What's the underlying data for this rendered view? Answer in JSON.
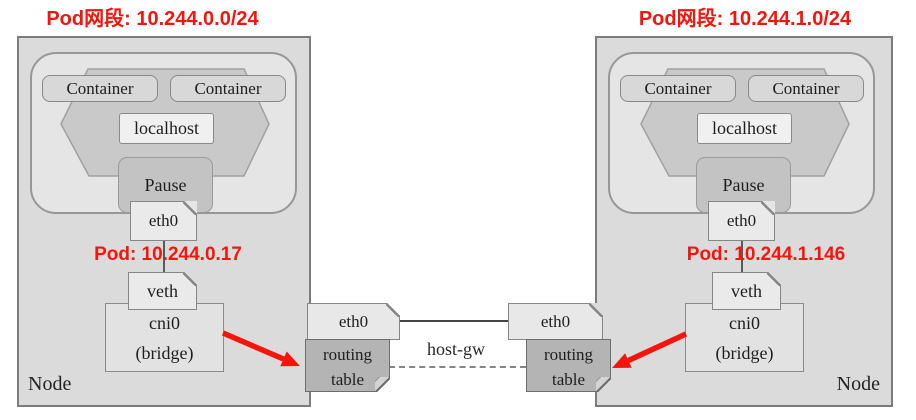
{
  "title": "Kubernetes host-gw pod networking diagram",
  "colors": {
    "accent_red": "#f5150c",
    "node_fill": "#dbdbdb",
    "pod_fill": "#e5e5e5",
    "routing_table_fill": "#b4b4b4"
  },
  "nodes": [
    {
      "subnet_label": "Pod网段: 10.244.0.0/24",
      "container_labels": [
        "Container",
        "Container"
      ],
      "localhost_label": "localhost",
      "pause_label": "Pause",
      "pod_eth_label": "eth0",
      "pod_ip_label": "Pod: 10.244.0.17",
      "veth_label": "veth",
      "bridge_name": "cni0",
      "bridge_type": "(bridge)",
      "node_label": "Node",
      "host_eth_label": "eth0",
      "routing_line1": "routing",
      "routing_line2": "table"
    },
    {
      "subnet_label": "Pod网段: 10.244.1.0/24",
      "container_labels": [
        "Container",
        "Container"
      ],
      "localhost_label": "localhost",
      "pause_label": "Pause",
      "pod_eth_label": "eth0",
      "pod_ip_label": "Pod: 10.244.1.146",
      "veth_label": "veth",
      "bridge_name": "cni0",
      "bridge_type": "(bridge)",
      "node_label": "Node",
      "host_eth_label": "eth0",
      "routing_line1": "routing",
      "routing_line2": "table"
    }
  ],
  "center": {
    "link_label": "host-gw"
  }
}
